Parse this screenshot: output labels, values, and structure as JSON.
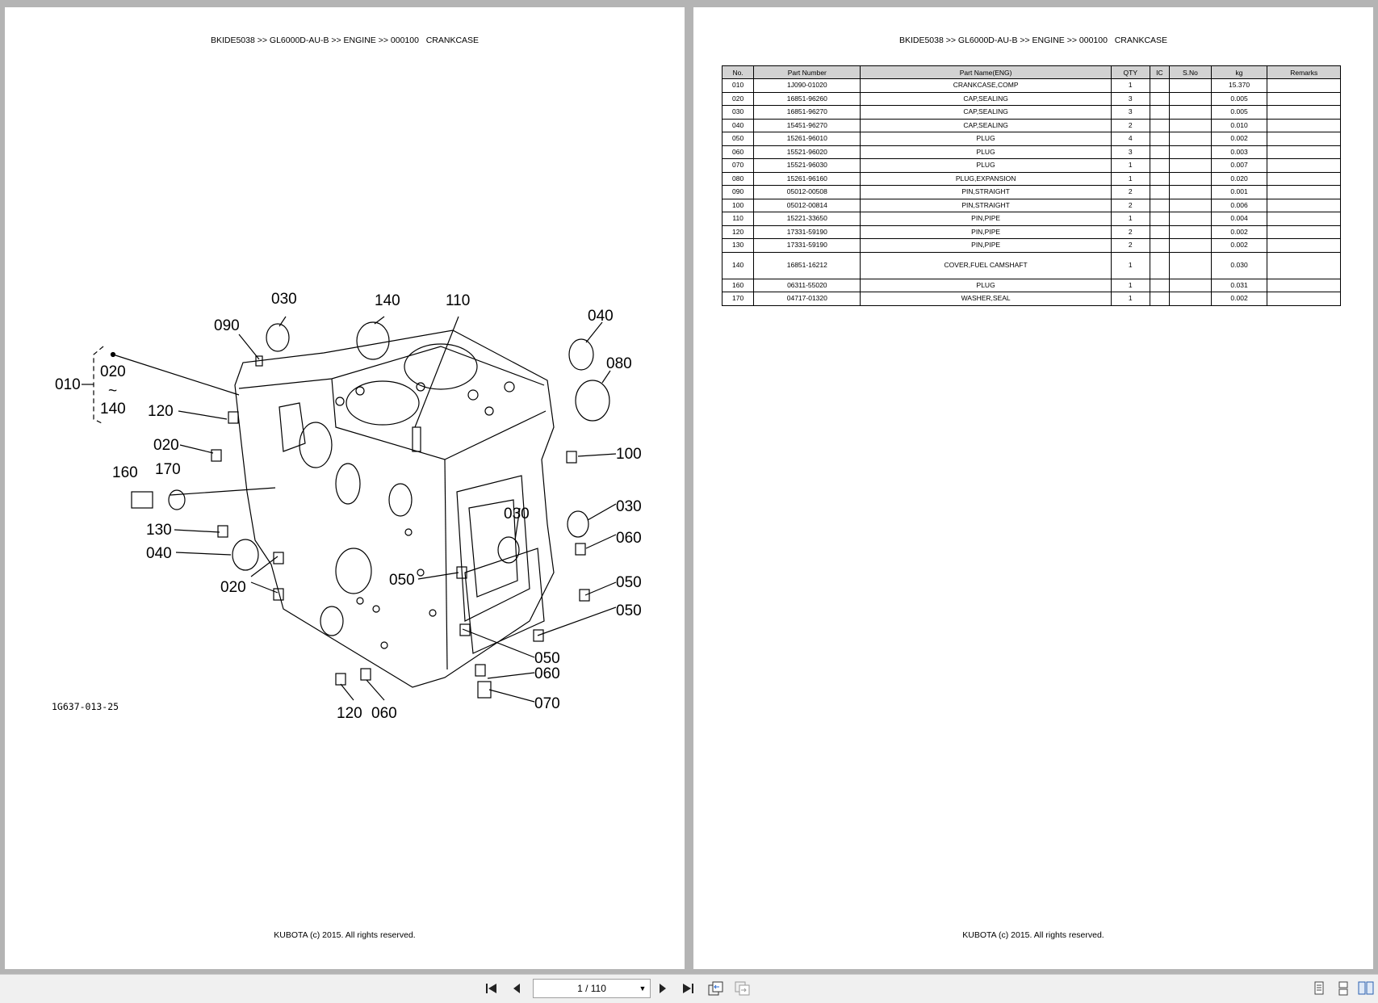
{
  "header": {
    "breadcrumb": "BKIDE5038 >> GL6000D-AU-B >> ENGINE >> 000100   CRANKCASE"
  },
  "footer": {
    "copyright": "KUBOTA (c) 2015. All rights reserved."
  },
  "diagram": {
    "figure_code": "1G637-013-25",
    "callouts": {
      "c030a": "030",
      "c140": "140",
      "c110": "110",
      "c040a": "040",
      "c090": "090",
      "c080": "080",
      "c010": "010",
      "c020a": "020",
      "c140b": "140",
      "c120a": "120",
      "c020b": "020",
      "c100": "100",
      "c160": "160",
      "c170": "170",
      "c030b": "030",
      "c030c": "030",
      "c060a": "060",
      "c130": "130",
      "c040b": "040",
      "c050a": "050",
      "c050b": "050",
      "c020c": "020",
      "c050c": "050",
      "c050d": "050",
      "c060b": "060",
      "c070": "070",
      "c120b": "120",
      "c060c": "060",
      "tilde": "~"
    }
  },
  "table": {
    "headers": [
      "No.",
      "Part Number",
      "Part Name(ENG)",
      "QTY",
      "IC",
      "S.No",
      "kg",
      "Remarks"
    ],
    "rows": [
      [
        "010",
        "1J090-01020",
        "CRANKCASE,COMP",
        "1",
        "",
        "",
        "15.370",
        ""
      ],
      [
        "020",
        "16851-96260",
        "CAP,SEALING",
        "3",
        "",
        "",
        "0.005",
        ""
      ],
      [
        "030",
        "16851-96270",
        "CAP,SEALING",
        "3",
        "",
        "",
        "0.005",
        ""
      ],
      [
        "040",
        "15451-96270",
        "CAP,SEALING",
        "2",
        "",
        "",
        "0.010",
        ""
      ],
      [
        "050",
        "15261-96010",
        "PLUG",
        "4",
        "",
        "",
        "0.002",
        ""
      ],
      [
        "060",
        "15521-96020",
        "PLUG",
        "3",
        "",
        "",
        "0.003",
        ""
      ],
      [
        "070",
        "15521-96030",
        "PLUG",
        "1",
        "",
        "",
        "0.007",
        ""
      ],
      [
        "080",
        "15261-96160",
        "PLUG,EXPANSION",
        "1",
        "",
        "",
        "0.020",
        ""
      ],
      [
        "090",
        "05012-00508",
        "PIN,STRAIGHT",
        "2",
        "",
        "",
        "0.001",
        ""
      ],
      [
        "100",
        "05012-00814",
        "PIN,STRAIGHT",
        "2",
        "",
        "",
        "0.006",
        ""
      ],
      [
        "110",
        "15221-33650",
        "PIN,PIPE",
        "1",
        "",
        "",
        "0.004",
        ""
      ],
      [
        "120",
        "17331-59190",
        "PIN,PIPE",
        "2",
        "",
        "",
        "0.002",
        ""
      ],
      [
        "130",
        "17331-59190",
        "PIN,PIPE",
        "2",
        "",
        "",
        "0.002",
        ""
      ],
      [
        "140",
        "16851-16212",
        "COVER,FUEL CAMSHAFT",
        "1",
        "",
        "",
        "0.030",
        ""
      ],
      [
        "160",
        "06311-55020",
        "PLUG",
        "1",
        "",
        "",
        "0.031",
        ""
      ],
      [
        "170",
        "04717-01320",
        "WASHER,SEAL",
        "1",
        "",
        "",
        "0.002",
        ""
      ]
    ]
  },
  "toolbar": {
    "page_indicator": "1 / 110",
    "icons": [
      "first-page-icon",
      "prev-page-icon",
      "next-page-icon",
      "last-page-icon",
      "go-back-icon",
      "go-forward-icon",
      "single-page-view-icon",
      "continuous-view-icon",
      "facing-pages-view-icon"
    ]
  }
}
